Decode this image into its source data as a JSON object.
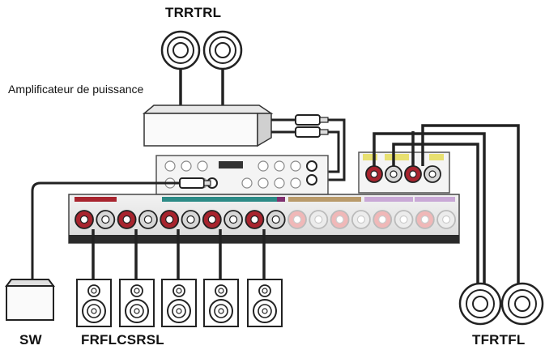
{
  "labels": {
    "top_speakers": "TRRTRL",
    "amplifier": "Amplificateur de puissance",
    "subwoofer": "SW",
    "front_speakers": "FRFLCSRSL",
    "front_wide_speakers": "TFRTFL"
  },
  "speaker_icon": "speaker-round-icon",
  "speaker_box_icon": "speaker-box-icon",
  "subwoofer_icon": "subwoofer-box-icon",
  "terminal_colors": {
    "plus": "#a8242e",
    "minus": "#d7d7d7",
    "pale_plus": "#f0b8b8"
  },
  "label_strip_colors": [
    "#a8242e",
    "#2c8a86",
    "#7f2f6f",
    "#b99a6a",
    "#c9a8d6",
    "#e8e070"
  ]
}
